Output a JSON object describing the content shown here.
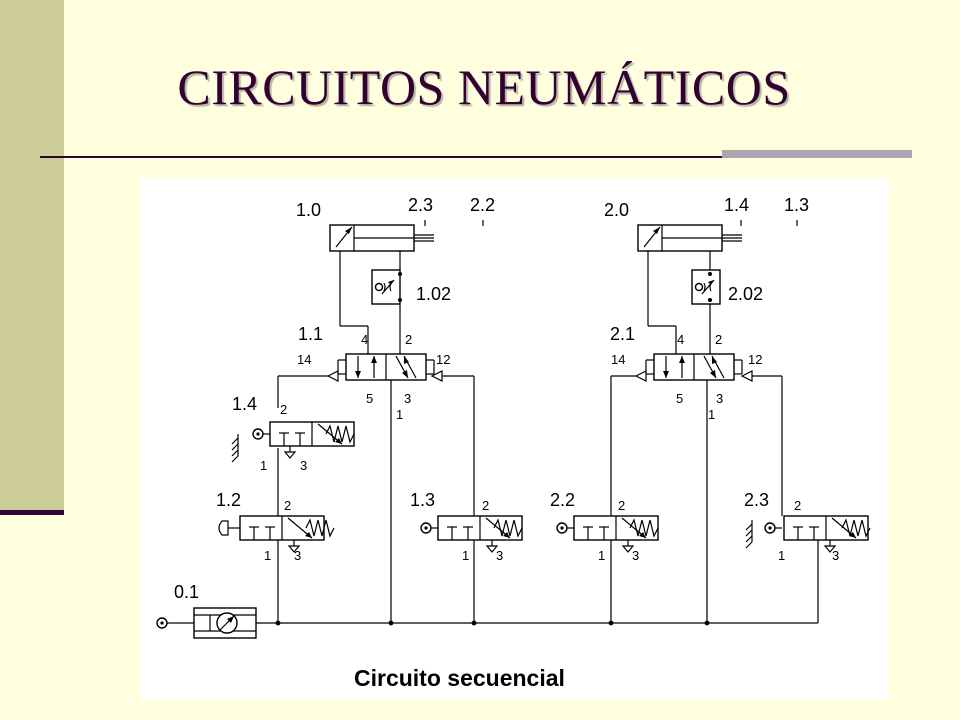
{
  "slide": {
    "title": "CIRCUITOS NEUMÁTICOS"
  },
  "diagram": {
    "caption": "Circuito secuencial",
    "labels": {
      "cyl1": "1.0",
      "cyl2": "2.0",
      "cyl1_s_a": "2.3",
      "cyl1_s_b": "2.2",
      "cyl2_s_a": "1.4",
      "cyl2_s_b": "1.3",
      "flow1": "1.02",
      "flow2": "2.02",
      "main1": "1.1",
      "main2": "2.1",
      "v14": "1.4",
      "v12": "1.2",
      "v13": "1.3",
      "v22": "2.2",
      "v23": "2.3",
      "supply": "0.1"
    },
    "ports": {
      "p1": "1",
      "p2": "2",
      "p3": "3",
      "p4": "4",
      "p5": "5",
      "p12": "12",
      "p14": "14"
    }
  }
}
